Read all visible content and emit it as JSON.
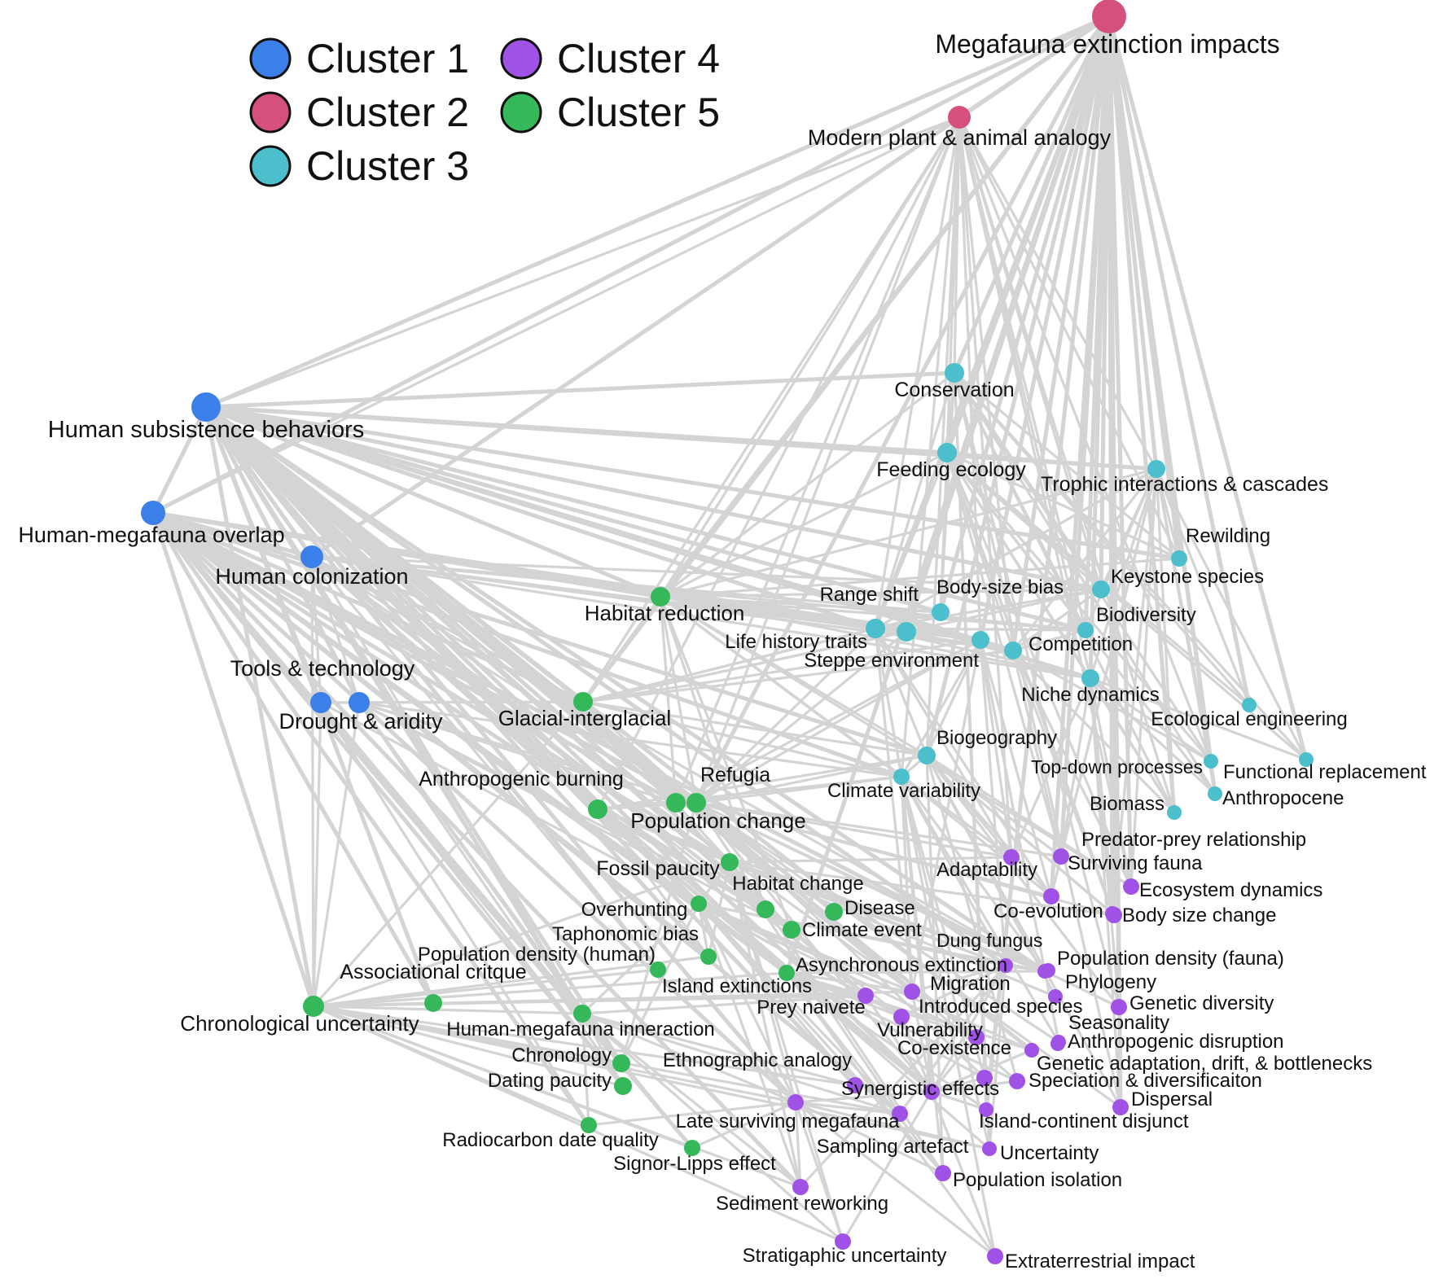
{
  "colors": {
    "edge": "#d4d4d4",
    "cluster_1": "#3b7fe8",
    "cluster_2": "#d6507c",
    "cluster_3": "#4bbfcc",
    "cluster_4": "#a052e6",
    "cluster_5": "#34b85a"
  },
  "legend": [
    {
      "label": "Cluster 1",
      "cluster": 1
    },
    {
      "label": "Cluster 2",
      "cluster": 2
    },
    {
      "label": "Cluster 3",
      "cluster": 3
    },
    {
      "label": "Cluster 4",
      "cluster": 4
    },
    {
      "label": "Cluster 5",
      "cluster": 5
    }
  ],
  "nodes": [
    {
      "id": "megafauna_extinction_impacts",
      "label": "Megafauna extinction impacts",
      "cluster": 2
    },
    {
      "id": "modern_plant_animal_analogy",
      "label": "Modern plant & animal analogy",
      "cluster": 2
    },
    {
      "id": "human_subsistence_behaviors",
      "label": "Human subsistence behaviors",
      "cluster": 1
    },
    {
      "id": "human_megafauna_overlap",
      "label": "Human-megafauna overlap",
      "cluster": 1
    },
    {
      "id": "human_colonization",
      "label": "Human colonization",
      "cluster": 1
    },
    {
      "id": "tools_technology",
      "label": "Tools & technology",
      "cluster": 1
    },
    {
      "id": "drought_aridity",
      "label": "Drought & aridity",
      "cluster": 1
    },
    {
      "id": "conservation",
      "label": "Conservation",
      "cluster": 3
    },
    {
      "id": "feeding_ecology",
      "label": "Feeding ecology",
      "cluster": 3
    },
    {
      "id": "trophic_interactions",
      "label": "Trophic interactions & cascades",
      "cluster": 3
    },
    {
      "id": "rewilding",
      "label": "Rewilding",
      "cluster": 3
    },
    {
      "id": "keystone_species",
      "label": "Keystone species",
      "cluster": 3
    },
    {
      "id": "body_size_bias",
      "label": "Body-size bias",
      "cluster": 3
    },
    {
      "id": "range_shift",
      "label": "Range shift",
      "cluster": 3
    },
    {
      "id": "biodiversity",
      "label": "Biodiversity",
      "cluster": 3
    },
    {
      "id": "life_history_traits",
      "label": "Life history traits",
      "cluster": 3
    },
    {
      "id": "competition",
      "label": "Competition",
      "cluster": 3
    },
    {
      "id": "steppe_environment",
      "label": "Steppe environment",
      "cluster": 3
    },
    {
      "id": "niche_dynamics",
      "label": "Niche dynamics",
      "cluster": 3
    },
    {
      "id": "ecological_engineering",
      "label": "Ecological engineering",
      "cluster": 3
    },
    {
      "id": "biogeography",
      "label": "Biogeography",
      "cluster": 3
    },
    {
      "id": "top_down_processes",
      "label": "Top-down processes",
      "cluster": 3
    },
    {
      "id": "functional_replacement",
      "label": "Functional replacement",
      "cluster": 3
    },
    {
      "id": "climate_variability",
      "label": "Climate variability",
      "cluster": 3
    },
    {
      "id": "anthropocene",
      "label": "Anthropocene",
      "cluster": 3
    },
    {
      "id": "biomass",
      "label": "Biomass",
      "cluster": 3
    },
    {
      "id": "habitat_reduction",
      "label": "Habitat reduction",
      "cluster": 5
    },
    {
      "id": "glacial_interglacial",
      "label": "Glacial-interglacial",
      "cluster": 5
    },
    {
      "id": "anthropogenic_burning",
      "label": "Anthropogenic burning",
      "cluster": 5
    },
    {
      "id": "refugia",
      "label": "Refugia",
      "cluster": 5
    },
    {
      "id": "population_change",
      "label": "Population change",
      "cluster": 5
    },
    {
      "id": "fossil_paucity",
      "label": "Fossil paucity",
      "cluster": 5
    },
    {
      "id": "habitat_change",
      "label": "Habitat change",
      "cluster": 5
    },
    {
      "id": "overhunting",
      "label": "Overhunting",
      "cluster": 5
    },
    {
      "id": "disease",
      "label": "Disease",
      "cluster": 5
    },
    {
      "id": "climate_event",
      "label": "Climate event",
      "cluster": 5
    },
    {
      "id": "taphonomic_bias",
      "label": "Taphonomic bias",
      "cluster": 5
    },
    {
      "id": "population_density_human",
      "label": "Population density (human)",
      "cluster": 5
    },
    {
      "id": "associational_critque",
      "label": "Associational critque",
      "cluster": 5
    },
    {
      "id": "island_extinctions",
      "label": "Island extinctions",
      "cluster": 5
    },
    {
      "id": "chronological_uncertainty",
      "label": "Chronological uncertainty",
      "cluster": 5
    },
    {
      "id": "human_megafauna_inneraction",
      "label": "Human-megafauna inneraction",
      "cluster": 5
    },
    {
      "id": "chronology",
      "label": "Chronology",
      "cluster": 5
    },
    {
      "id": "dating_paucity",
      "label": "Dating paucity",
      "cluster": 5
    },
    {
      "id": "radiocarbon_date_quality",
      "label": "Radiocarbon date quality",
      "cluster": 5
    },
    {
      "id": "signor_lipps_effect",
      "label": "Signor-Lipps effect",
      "cluster": 5
    },
    {
      "id": "predator_prey_relationship",
      "label": "Predator-prey relationship",
      "cluster": 4
    },
    {
      "id": "adaptability",
      "label": "Adaptability",
      "cluster": 4
    },
    {
      "id": "surviving_fauna",
      "label": "Surviving fauna",
      "cluster": 4
    },
    {
      "id": "ecosystem_dynamics",
      "label": "Ecosystem dynamics",
      "cluster": 4
    },
    {
      "id": "co_evolution",
      "label": "Co-evolution",
      "cluster": 4
    },
    {
      "id": "body_size_change",
      "label": "Body size change",
      "cluster": 4
    },
    {
      "id": "dung_fungus",
      "label": "Dung fungus",
      "cluster": 4
    },
    {
      "id": "asynchronous_extinction",
      "label": "Asynchronous extinction",
      "cluster": 4
    },
    {
      "id": "population_density_fauna",
      "label": "Population density (fauna)",
      "cluster": 4
    },
    {
      "id": "migration",
      "label": "Migration",
      "cluster": 4
    },
    {
      "id": "phylogeny",
      "label": "Phylogeny",
      "cluster": 4
    },
    {
      "id": "prey_naivete",
      "label": "Prey naivete",
      "cluster": 4
    },
    {
      "id": "introduced_species",
      "label": "Introduced species",
      "cluster": 4
    },
    {
      "id": "genetic_diversity",
      "label": "Genetic diversity",
      "cluster": 4
    },
    {
      "id": "vulnerability",
      "label": "Vulnerability",
      "cluster": 4
    },
    {
      "id": "seasonality",
      "label": "Seasonality",
      "cluster": 4
    },
    {
      "id": "co_existence",
      "label": "Co-existence",
      "cluster": 4
    },
    {
      "id": "anthropogenic_disruption",
      "label": "Anthropogenic disruption",
      "cluster": 4
    },
    {
      "id": "ethnographic_analogy",
      "label": "Ethnographic analogy",
      "cluster": 4
    },
    {
      "id": "genetic_adaptation",
      "label": "Genetic adaptation, drift, & bottlenecks",
      "cluster": 4
    },
    {
      "id": "synergistic_effects",
      "label": "Synergistic effects",
      "cluster": 4
    },
    {
      "id": "speciation",
      "label": "Speciation & diversificaiton",
      "cluster": 4
    },
    {
      "id": "dispersal",
      "label": "Dispersal",
      "cluster": 4
    },
    {
      "id": "island_continent_disjunct",
      "label": "Island-continent disjunct",
      "cluster": 4
    },
    {
      "id": "late_surviving_megafauna",
      "label": "Late surviving megafauna",
      "cluster": 4
    },
    {
      "id": "sampling_artefact",
      "label": "Sampling artefact",
      "cluster": 4
    },
    {
      "id": "uncertainty",
      "label": "Uncertainty",
      "cluster": 4
    },
    {
      "id": "population_isolation",
      "label": "Population isolation",
      "cluster": 4
    },
    {
      "id": "sediment_reworking",
      "label": "Sediment reworking",
      "cluster": 4
    },
    {
      "id": "stratigaphic_uncertainty",
      "label": "Stratigaphic uncertainty",
      "cluster": 4
    },
    {
      "id": "extraterrestrial_impact",
      "label": "Extraterrestrial impact",
      "cluster": 4
    }
  ]
}
